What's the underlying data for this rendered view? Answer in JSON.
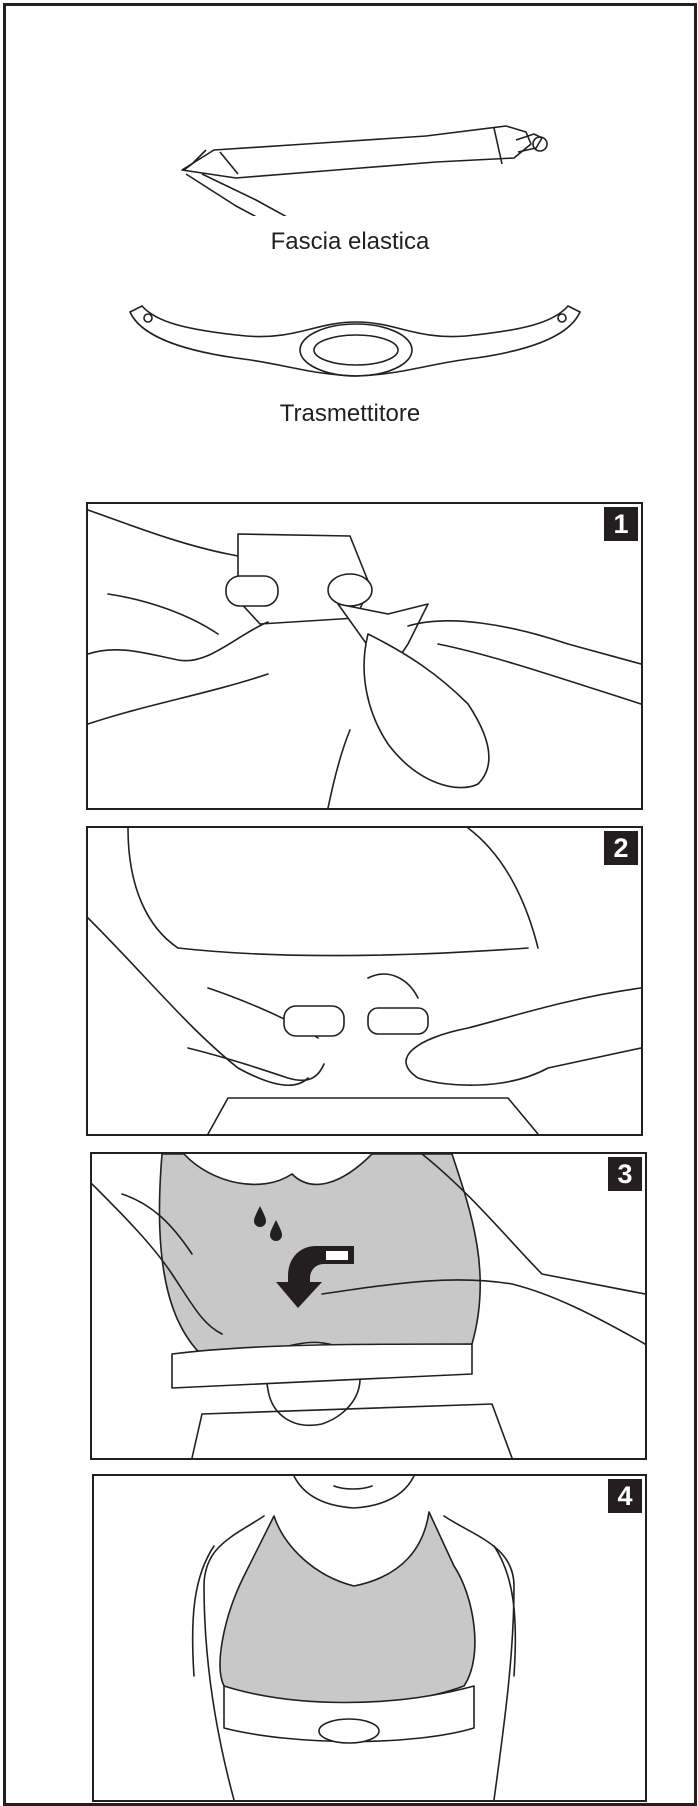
{
  "parts": {
    "strap_label": "Fascia elastica",
    "transmitter_label": "Trasmettitore"
  },
  "steps": [
    {
      "number": "1"
    },
    {
      "number": "2"
    },
    {
      "number": "3"
    },
    {
      "number": "4"
    }
  ],
  "colors": {
    "line": "#231f20",
    "shade": "#c8c8c8",
    "badge_bg": "#231f20",
    "badge_text": "#ffffff"
  },
  "icons": {
    "step3_water": "water-drops-icon",
    "step3_arrow": "down-arrow-icon"
  }
}
